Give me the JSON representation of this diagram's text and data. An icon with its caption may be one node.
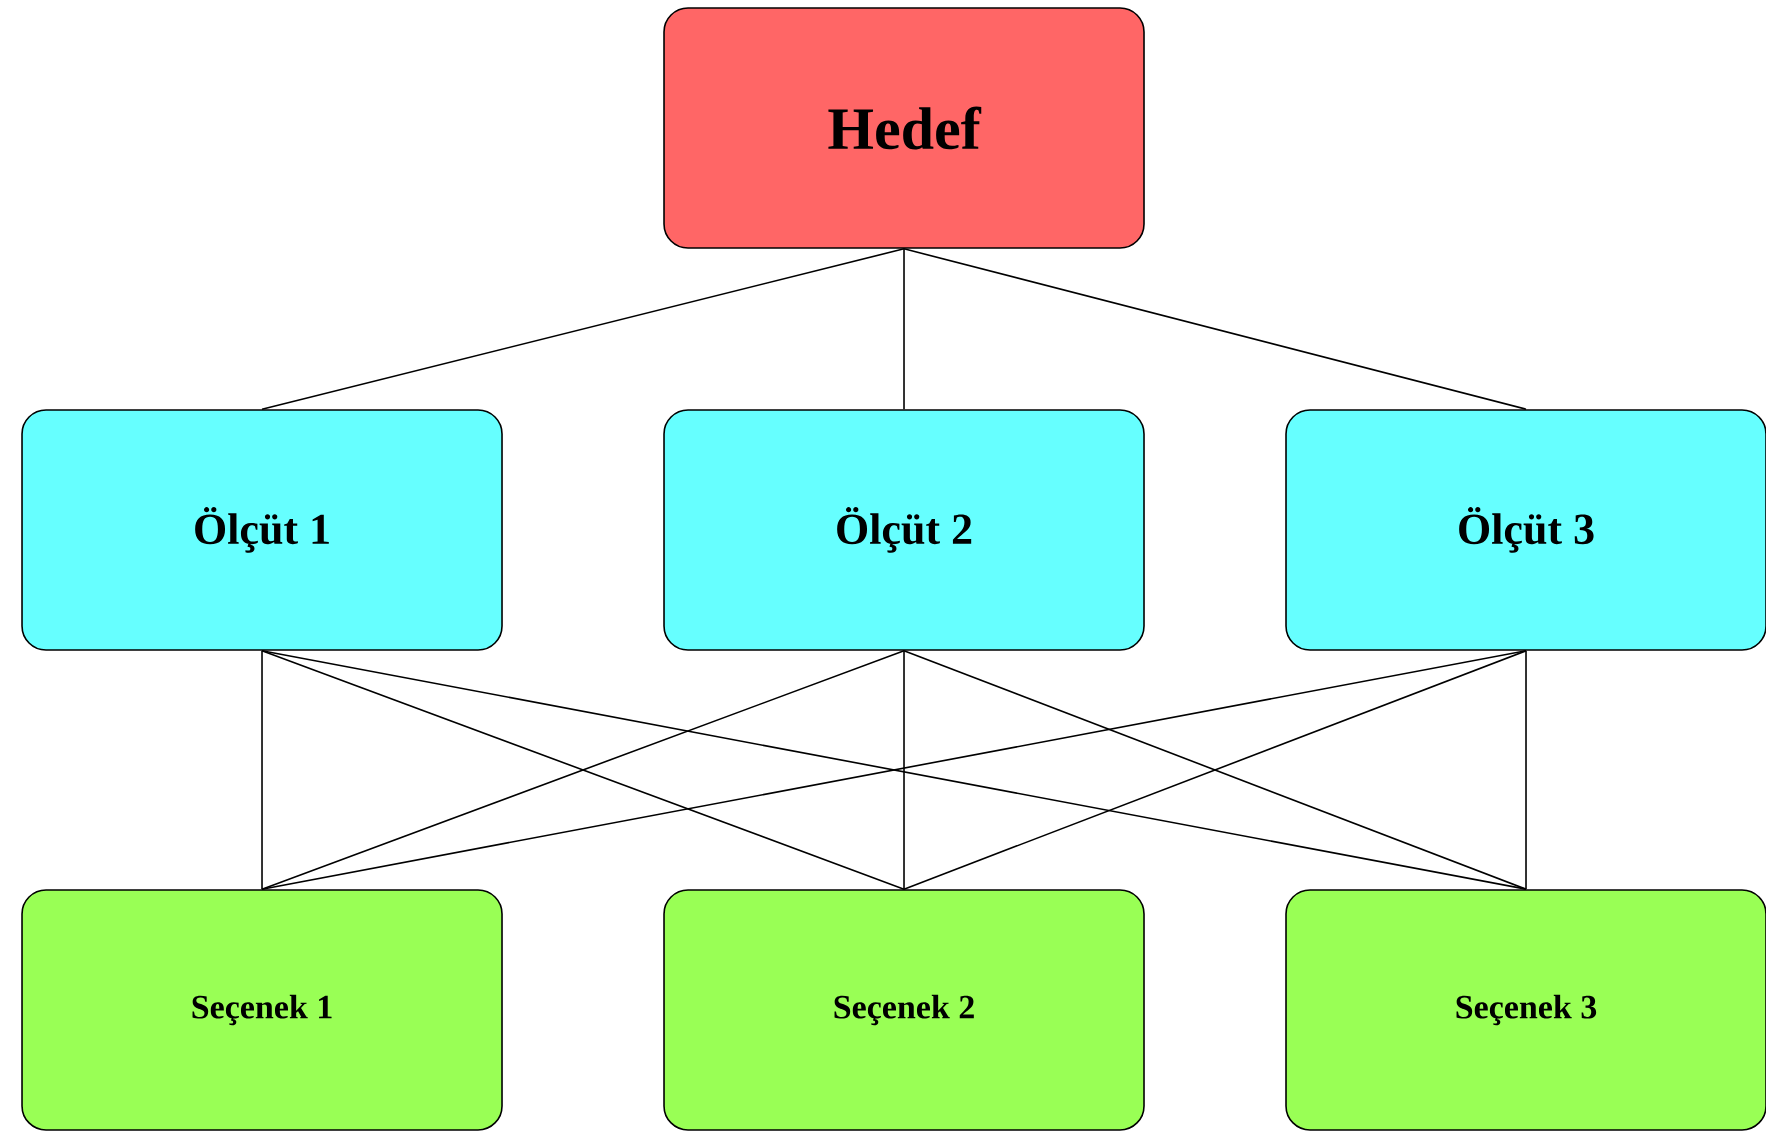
{
  "diagram": {
    "nodes": [
      {
        "text": [
          "Hedef"
        ]
      },
      {
        "text": [
          "Ölçüt 1"
        ]
      },
      {
        "text": [
          "Ölçüt 2"
        ]
      },
      {
        "text": [
          "Ölçüt 3"
        ]
      },
      {
        "text": [
          "Seçenek 1"
        ]
      },
      {
        "text": [
          "Seçenek 2"
        ]
      },
      {
        "text": [
          "Seçenek 3"
        ]
      }
    ],
    "edges": [
      {
        "from": 0,
        "to": 1,
        "arrow": "none"
      },
      {
        "from": 0,
        "to": 2,
        "arrow": "none"
      },
      {
        "from": 0,
        "to": 3,
        "arrow": "none"
      },
      {
        "from": 1,
        "to": 4,
        "arrow": "none"
      },
      {
        "from": 1,
        "to": 5,
        "arrow": "none"
      },
      {
        "from": 1,
        "to": 6,
        "arrow": "none"
      },
      {
        "from": 2,
        "to": 4,
        "arrow": "none"
      },
      {
        "from": 2,
        "to": 5,
        "arrow": "none"
      },
      {
        "from": 2,
        "to": 6,
        "arrow": "none"
      },
      {
        "from": 3,
        "to": 4,
        "arrow": "none"
      },
      {
        "from": 3,
        "to": 5,
        "arrow": "none"
      },
      {
        "from": 3,
        "to": 6,
        "arrow": "none"
      }
    ]
  }
}
